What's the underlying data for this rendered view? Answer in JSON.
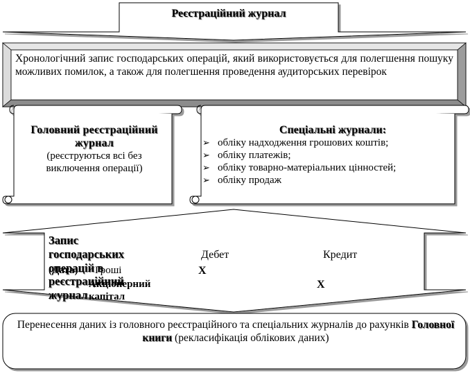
{
  "title": "Реєстраційний журнал",
  "definition": "Хронологічний запис господарських операцій, який використовується для полегшення пошуку можливих помилок, а також для полегшення проведення аудиторських перевірок",
  "general_journal": {
    "heading": "Головний реєстраційний журнал",
    "note": "(реєструються всі без виключення операції)"
  },
  "special_journals": {
    "heading": "Спеціальні журнали:",
    "items": [
      "обліку надходження грошових коштів;",
      "обліку платежів;",
      "обліку товарно-матеріальних цінностей;",
      "обліку продаж"
    ]
  },
  "posting": {
    "title": "Запис господарських операцій в реєстраційний журнал",
    "debit_label": "Дебет",
    "credit_label": "Кредит",
    "date_label": "(Дата)",
    "cash_account": "Гроші",
    "equity_account": "Акціонерний капітал",
    "debit_mark": "Х",
    "credit_mark": "Х"
  },
  "transfer": {
    "before": "Перенесення даних із головного реєстраційного та спеціальних журналів до рахунків ",
    "bold": "Головної книги",
    "after": " (рекласифікація облікових даних)"
  }
}
